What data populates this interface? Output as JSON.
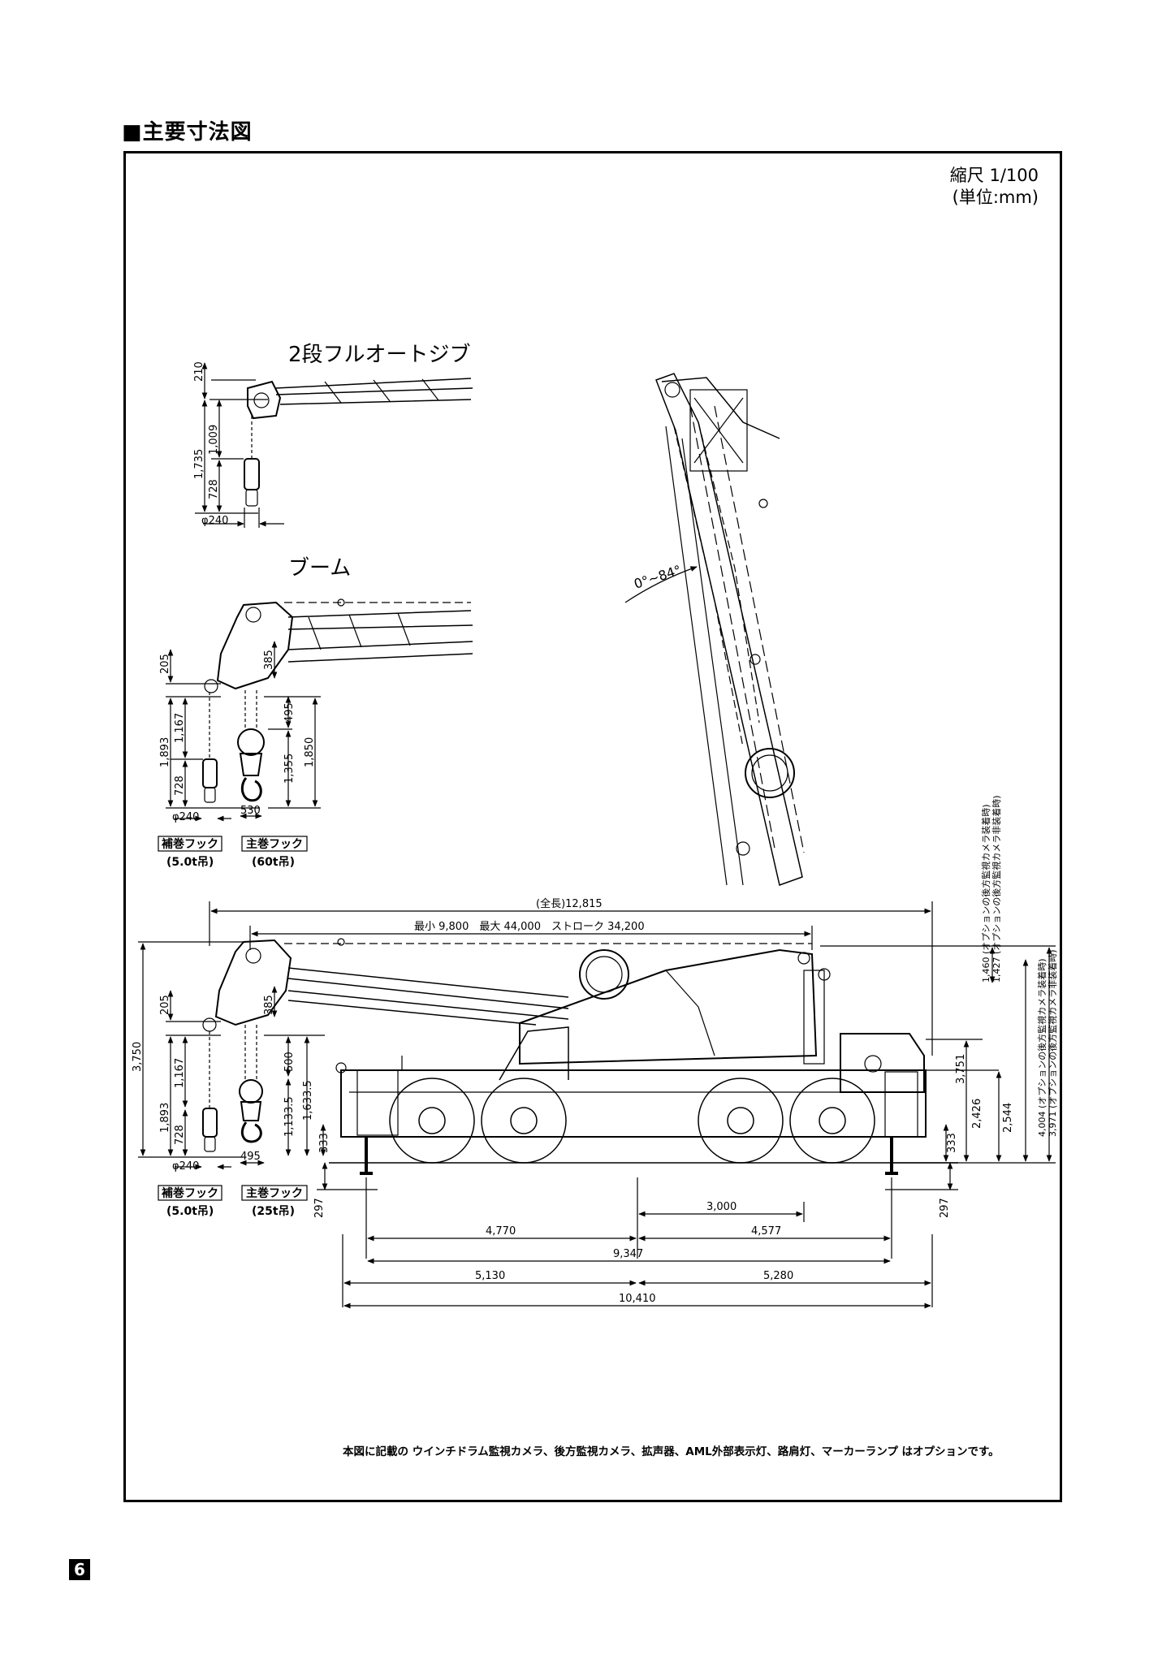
{
  "page": {
    "section_title": "■主要寸法図",
    "page_number": "6"
  },
  "scale": {
    "ratio": "縮尺 1/100",
    "unit": "(単位:mm)"
  },
  "views": {
    "jib_title": "2段フルオートジブ",
    "boom_title": "ブーム"
  },
  "jib_dims": {
    "d210": "210",
    "d1735": "1,735",
    "d1009": "1,009",
    "d728": "728",
    "phi240": "φ240"
  },
  "boom_dims": {
    "d205": "205",
    "d1893": "1,893",
    "d1167": "1,167",
    "d728": "728",
    "phi240": "φ240",
    "d385": "385",
    "d495": "495",
    "d1355": "1,355",
    "d1850": "1,850",
    "d530": "530"
  },
  "boom_labels": {
    "aux_hook": "補巻フック",
    "aux_cap": "(5.0t吊)",
    "main_hook": "主巻フック",
    "main_cap": "(60t吊)"
  },
  "boom_angle": "0°~84°",
  "main_view": {
    "overall_length": "(全長)12,815",
    "boom_stroke": "最小 9,800　最大 44,000　ストローク 34,200",
    "d3750": "3,750",
    "d205": "205",
    "d1893": "1,893",
    "d1167": "1,167",
    "d728": "728",
    "phi240": "φ240",
    "d385": "385",
    "d500": "500",
    "d1133_5": "1,133.5",
    "d1633_5": "1,633.5",
    "d333_left": "333",
    "d495": "495",
    "aux_hook": "補巻フック",
    "aux_cap": "(5.0t吊)",
    "main_hook": "主巻フック",
    "main_cap": "(25t吊)",
    "d297_left": "297",
    "d297_right": "297",
    "d333_right": "333",
    "d3751": "3,751",
    "d2426": "2,426",
    "d2544": "2,544",
    "d4004": "4,004",
    "d4004_note": "(オプションの後方監視カメラ装着時)",
    "d3971": "3,971",
    "d3971_note": "(オプションの後方監視カメラ非装着時)",
    "d1460": "1,460",
    "d1460_note": "(オプションの後方監視カメラ装着時)",
    "d1427": "1,427",
    "d1427_note": "(オプションの後方監視カメラ非装着時)",
    "d3000": "3,000",
    "d4770": "4,770",
    "d4577": "4,577",
    "d9347": "9,347",
    "d5130": "5,130",
    "d5280": "5,280",
    "d10410": "10,410"
  },
  "footnote": "本図に記載の ウインチドラム監視カメラ、後方監視カメラ、拡声器、AML外部表示灯、路肩灯、マーカーランプ はオプションです。"
}
